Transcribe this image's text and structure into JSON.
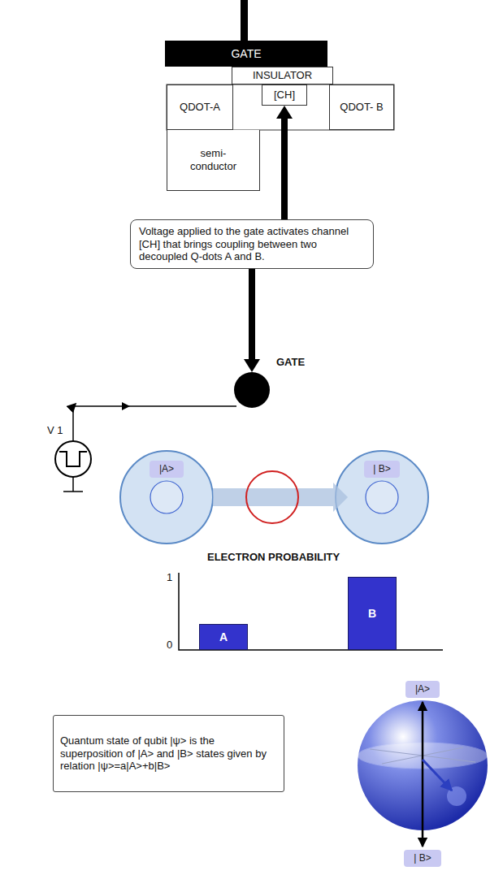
{
  "diagram": {
    "nodes": [
      {
        "text": [
          "GATE"
        ]
      },
      {
        "text": [
          "INSULATOR"
        ]
      },
      {
        "text": [
          "[CH]"
        ]
      },
      {
        "text": [
          "QDOT-A"
        ]
      },
      {
        "text": [
          "QDOT- B"
        ]
      },
      {
        "text": [
          "semi- conductor"
        ]
      },
      {
        "text": [
          "Voltage applied to the gate activates channel [CH] that brings coupling between two decoupled Q-dots A and B."
        ]
      },
      {
        "text": [
          "GATE"
        ]
      },
      {
        "text": [
          "|A>"
        ]
      },
      {
        "text": [
          "| B>"
        ]
      },
      {
        "text": [
          "A"
        ]
      },
      {
        "text": [
          "B"
        ]
      },
      {
        "text": [
          "Quantum state of qubit |ψ> is the superposition of |A> and |B> states given by relation |ψ>=a|A>+b|B>"
        ]
      },
      {
        "text": [
          "|A>"
        ]
      },
      {
        "text": [
          "| B>"
        ]
      }
    ],
    "edges": [
      {
        "from": 6,
        "to": 2,
        "arrow": "to"
      },
      {
        "from": 6,
        "to": 7,
        "arrow": "to"
      }
    ],
    "labels": [
      "V 1",
      "ELECTRON PROBABILITY",
      "1",
      "0"
    ]
  }
}
